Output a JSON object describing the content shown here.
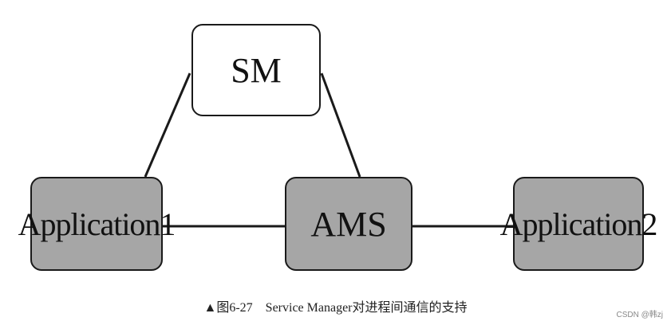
{
  "diagram": {
    "nodes": {
      "sm": "SM",
      "application1": "Application1",
      "ams": "AMS",
      "application2": "Application2"
    },
    "colors": {
      "node_plain": "#ffffff",
      "node_shaded": "#a6a6a6",
      "stroke": "#1a1a1a"
    }
  },
  "caption": {
    "marker_icon": "triangle-up-icon",
    "figure_number": "图6-27",
    "text": "Service Manager对进程间通信的支持"
  },
  "watermark": "CSDN @韩zj"
}
